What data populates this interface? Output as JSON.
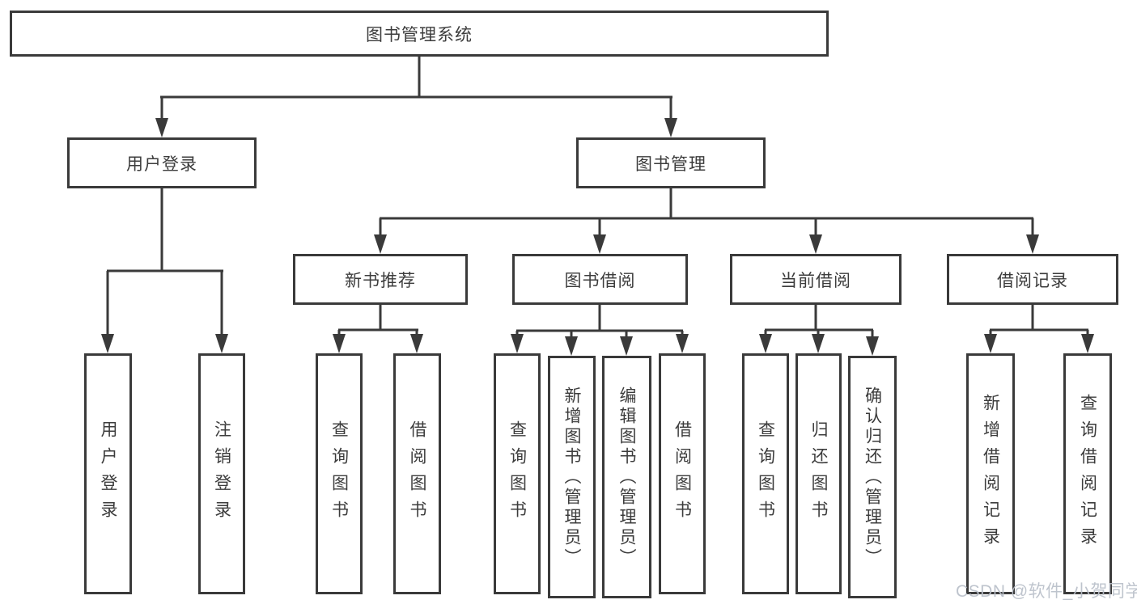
{
  "tree": {
    "root": {
      "label": "图书管理系统"
    },
    "branches": [
      {
        "label": "用户登录",
        "children": [
          {
            "label": "用户登录"
          },
          {
            "label": "注销登录"
          }
        ]
      },
      {
        "label": "图书管理",
        "children": [
          {
            "label": "新书推荐",
            "children": [
              {
                "label": "查询图书"
              },
              {
                "label": "借阅图书"
              }
            ]
          },
          {
            "label": "图书借阅",
            "children": [
              {
                "label": "查询图书"
              },
              {
                "label": "新增图书（管理员）"
              },
              {
                "label": "编辑图书（管理员）"
              },
              {
                "label": "借阅图书"
              }
            ]
          },
          {
            "label": "当前借阅",
            "children": [
              {
                "label": "查询图书"
              },
              {
                "label": "归还图书"
              },
              {
                "label": "确认归还（管理员）"
              }
            ]
          },
          {
            "label": "借阅记录",
            "children": [
              {
                "label": "新增借阅记录"
              },
              {
                "label": "查询借阅记录"
              }
            ]
          }
        ]
      }
    ]
  },
  "watermark": {
    "text": "CSDN @软件_小贺同学"
  },
  "colors": {
    "line": "#3a3a3a",
    "box_border": "#3a3a3a",
    "text": "#3c3c3c",
    "background": "#ffffff",
    "watermark": "#b9bfc9"
  }
}
